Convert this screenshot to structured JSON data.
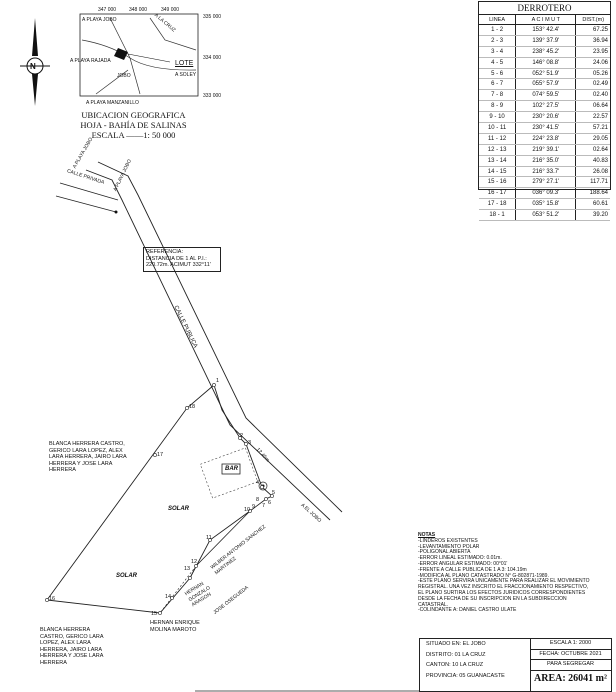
{
  "location_map": {
    "coords_top": [
      "347 000",
      "348 000",
      "349 000"
    ],
    "coord_335": "335 000",
    "coord_334": "334 000",
    "coord_333": "333 000",
    "places": {
      "a_playa_jobo": "A PLAYA JOBO",
      "a_playa_rajada": "A PLAYA RAJADA",
      "jobo": "JOBO",
      "a_soley": "A SOLEY",
      "a_playa_manzanillo": "A PLAYA MANZANILLO",
      "a_la_cruz": "A LA CRUZ",
      "lote": "LOTE"
    },
    "north_letter": "N"
  },
  "title_block": {
    "line1": "UBICACION GEOGRAFICA",
    "line2": "HOJA - BAHÍA DE SALINAS",
    "line3": "ESCALA ——1: 50 000"
  },
  "derrotero": {
    "title": "DERROTERO",
    "headers": [
      "LINEA",
      "A C I M U T",
      "DIST.(m)"
    ],
    "rows": [
      [
        "1 - 2",
        "153° 42.4'",
        "67.25"
      ],
      [
        "2 - 3",
        "139° 37.9'",
        "36.94"
      ],
      [
        "3 - 4",
        "238° 45.2'",
        "23.95"
      ],
      [
        "4 - 5",
        "146° 08.8'",
        "24.06"
      ],
      [
        "5 - 6",
        "052° 51.9'",
        "05.26"
      ],
      [
        "6 - 7",
        "055° 57.9'",
        "02.49"
      ],
      [
        "7 - 8",
        "074° 59.5'",
        "02.40"
      ],
      [
        "8 - 9",
        "102° 27.5'",
        "06.64"
      ],
      [
        "9 - 10",
        "230° 20.6'",
        "22.57"
      ],
      [
        "10 - 11",
        "230° 41.5'",
        "57.21"
      ],
      [
        "11 - 12",
        "224° 23.8'",
        "29.05"
      ],
      [
        "12 - 13",
        "219° 39.1'",
        "02.64"
      ],
      [
        "13 - 14",
        "216° 35.0'",
        "40.83"
      ],
      [
        "14 - 15",
        "216° 33.7'",
        "26.08"
      ],
      [
        "15 - 16",
        "279° 27.1'",
        "117.71"
      ],
      [
        "16 - 17",
        "036° 09.3'",
        "188.64"
      ],
      [
        "17 - 18",
        "035° 15.8'",
        "60.61"
      ],
      [
        "18 - 1",
        "053° 51.2'",
        "39.20"
      ]
    ]
  },
  "reference": {
    "line1": "REFERENCIA:",
    "line2": "DISTANCIA DE 1 AL P.I.:",
    "line3": "220.72m. ACIMUT 332°11'"
  },
  "plan": {
    "calle_privada": "CALLE PRIVADA",
    "a_playa_jobo": "A PLAYA JOBO",
    "calle_publica": "CALLE PUBLICA",
    "a_el_jobo": "A EL JOBO",
    "width_label": "12.45m",
    "bar": "BAR",
    "solar1": "SOLAR",
    "solar2": "SOLAR",
    "owner_top": "BLANCA HERRERA CASTRO, GERICO LARA LOPEZ, ALEX LARA HERRERA, JAIRO LARA HERRERA Y JOSE LARA HERRERA",
    "owner_bottom": "BLANCA HERRERA CASTRO, GERICO LARA LOPEZ, ALEX LARA HERRERA, JAIRO LARA HERRERA Y JOSE LARA HERRERA",
    "neighbor_wilber": "WILBER ANTONIO SANCHEZ MARTINEZ",
    "neighbor_hernan_gonzalo": "HERNAN GONZALO ARAGON",
    "neighbor_jose": "JOSE OSEGUEDA",
    "neighbor_molina": "HERNAN ENRIQUE MOLINA MAROTO",
    "vertices": [
      "1",
      "2",
      "3",
      "4",
      "5",
      "6",
      "7",
      "8",
      "9",
      "10",
      "11",
      "12",
      "13",
      "14",
      "15",
      "16",
      "17",
      "18"
    ]
  },
  "notes": {
    "title": "NOTAS",
    "lines": [
      "-LINDEROS EXISTENTES",
      "-LEVANTAMIENTO POLAR",
      "-POLIGONAL ABIERTA",
      "-ERROR LINEAL ESTIMADO: 0.01m.",
      "-ERROR ANGULAR ESTIMADO: 00°01'",
      "-FRENTE A CALLE PUBLICA DE 1 A 3: 104.19m",
      "-MODIFICA AL PLANO CATASTRADO N° G-802871-1989.",
      "-ESTE PLANO SERVIRA UNICAMENTE PARA REALIZAR EL MOVIMIENTO",
      "REGISTRAL. UNA VEZ INSCRITO EL FRACCIONAMIENTO RESPECTIVO,",
      "EL PLANO SURTIRA LOS EFECTOS JURIDICOS CORRESPONDIENTES",
      "DESDE LA FECHA DE SU INSCRIPCION EN LA SUBDIRECCION",
      "CATASTRAL.",
      "-COLINDANTE A: DANIEL CASTRO ULATE"
    ]
  },
  "info": {
    "situado": "SITUADO EN:  EL JOBO",
    "distrito": "DISTRITO:    01 LA CRUZ",
    "canton": "CANTON:      10 LA CRUZ",
    "provincia": "PROVINCIA:  05 GUANACASTE",
    "escala": "ESCALA    1: 2000",
    "fecha": "FECHA: OCTUBRE 2021",
    "para_segregar": "PARA SEGREGAR",
    "area": "AREA: 26041 m²"
  }
}
